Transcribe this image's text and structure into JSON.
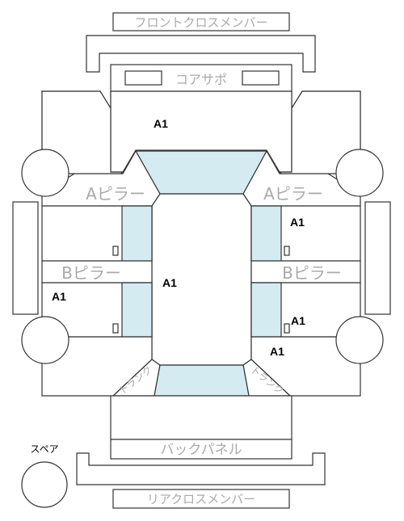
{
  "labels": {
    "front_cross_member": "フロントクロスメンバー",
    "core_support": "コアサポ",
    "a_pillar_left": "Aピラー",
    "a_pillar_right": "Aピラー",
    "b_pillar_left": "Bピラー",
    "b_pillar_right": "Bピラー",
    "trunk_left": "トランク",
    "trunk_right": "トランク",
    "back_panel": "バックパネル",
    "rear_cross_member": "リアクロスメンバー",
    "spare": "スペア"
  },
  "grades": {
    "front": "A1",
    "center": "A1",
    "right_front_door": "A1",
    "left_rear_door": "A1",
    "right_rear_door": "A1",
    "right_rear_quarter": "A1"
  },
  "colors": {
    "glass": "#d4ebf1",
    "line": "#333333",
    "label_gray": "#aaaaaa"
  }
}
